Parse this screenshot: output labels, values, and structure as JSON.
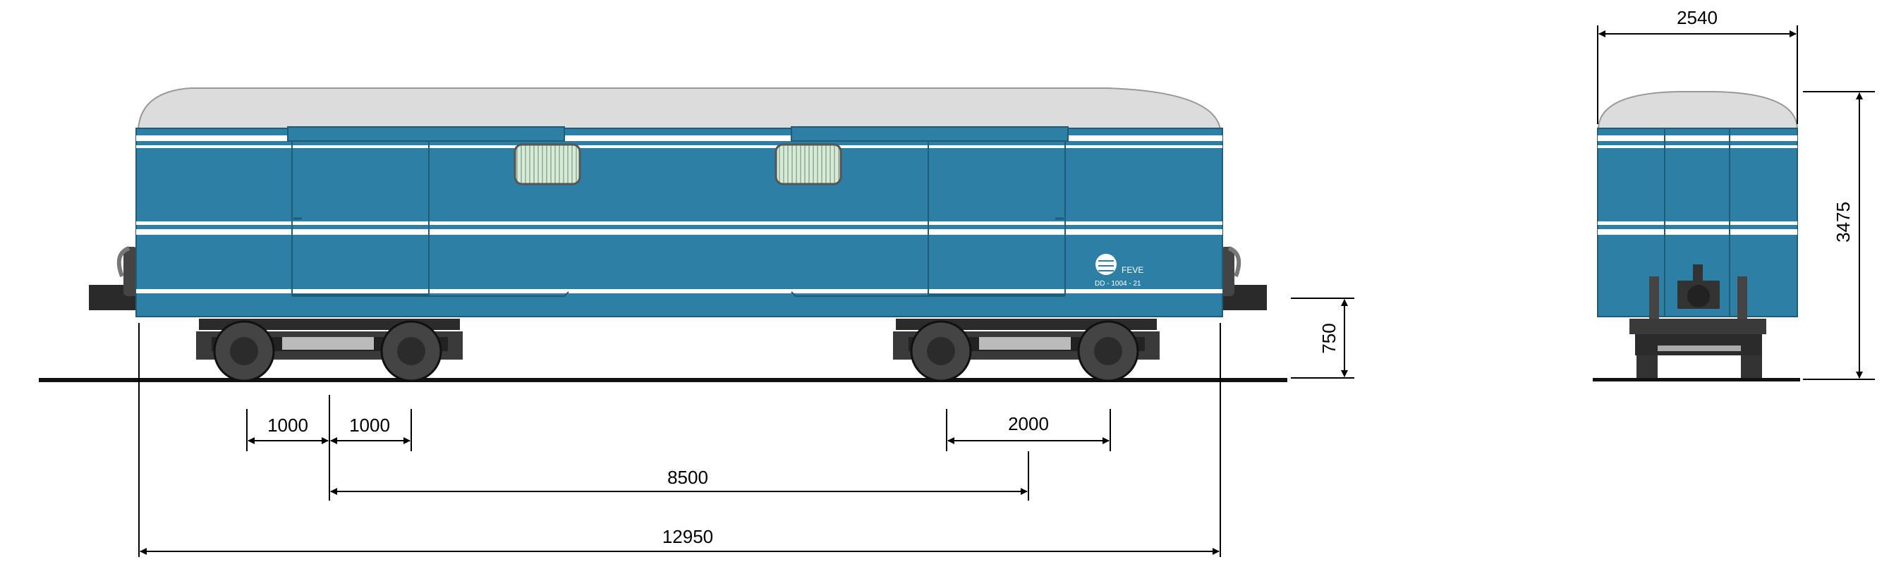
{
  "colors": {
    "body": "#2e7fa6",
    "body_dark": "#1f6585",
    "roof": "#dcdcdc",
    "stripe": "#ffffff",
    "window": "#d8ead8",
    "bogie": "#3a3a3a",
    "rail": "#111111",
    "dim": "#000000"
  },
  "logo": {
    "operator": "FEVE",
    "number": "DD - 1004 - 21"
  },
  "dimensions": {
    "axle_left_a": "1000",
    "axle_left_b": "1000",
    "bogie_wheelbase": "2000",
    "bogie_centres": "8500",
    "length_overall": "12950",
    "floor_height": "750",
    "width": "2540",
    "height": "3475"
  }
}
